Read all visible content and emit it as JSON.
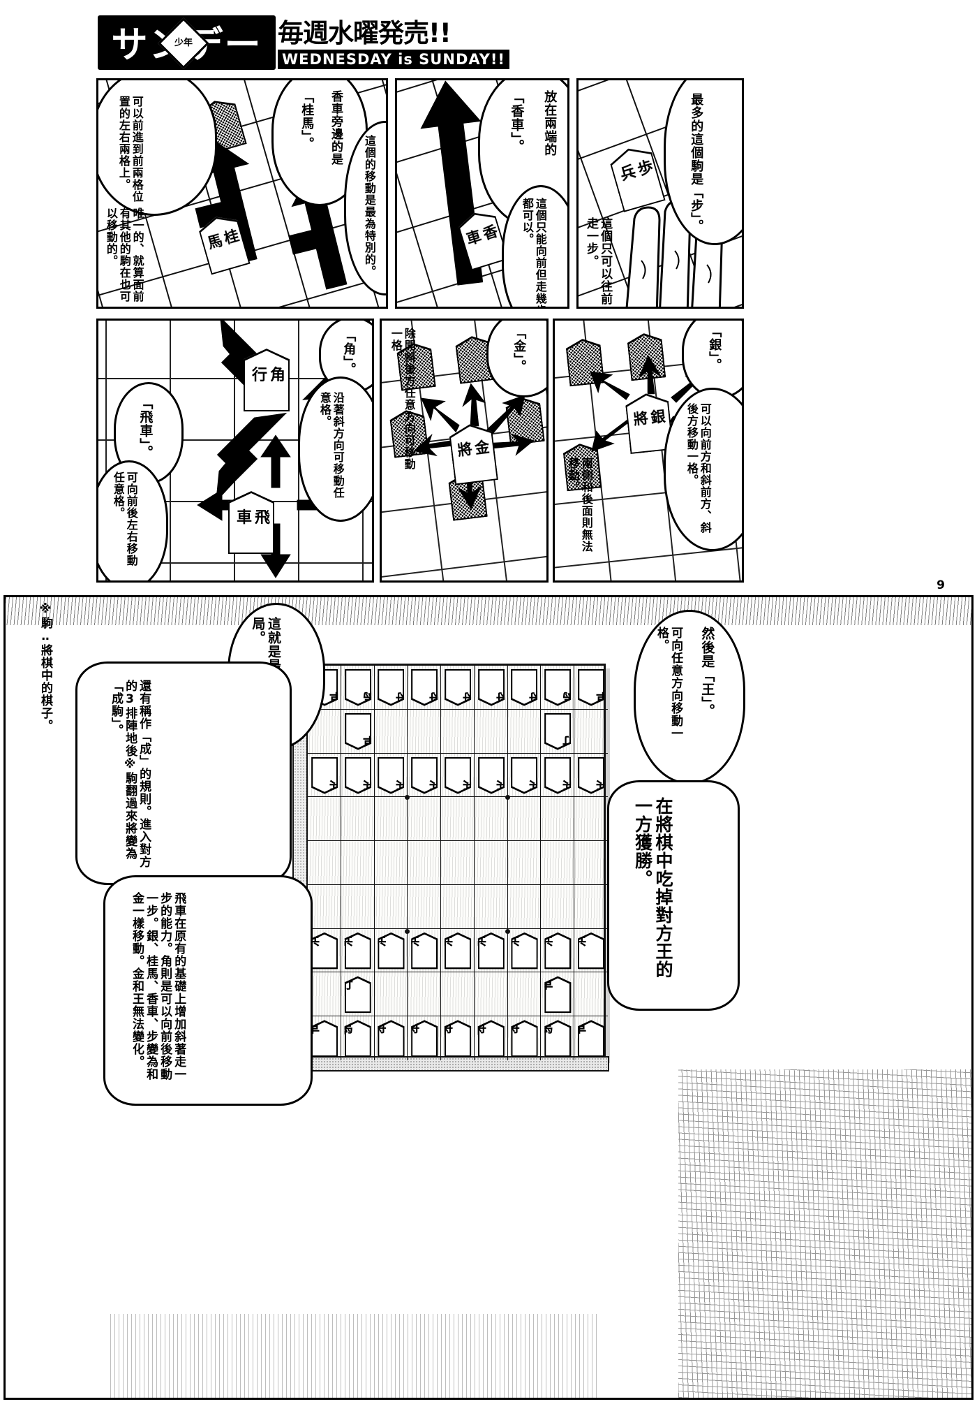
{
  "masthead": {
    "logo_text": "サンデー",
    "badge_text": "少年",
    "jp_tagline": "毎週水曜発売!!",
    "en_tagline": "WEDNESDAY is SUNDAY!!"
  },
  "page_number": "9",
  "footnote": "※駒‥將棋中的棋子。",
  "panels": {
    "keima": {
      "name": "桂馬",
      "bubble_label": "「桂馬」。",
      "bubble_intro": "香車旁邊的是",
      "bubble_special": "這個的移動是最為特別的。",
      "bubble_move": "可以前進到前兩格位置的左右兩格上。",
      "bubble_jump": "唯一的、就算面前有其他的駒在也可以移動的。",
      "piece_label": "桂馬"
    },
    "kyosha": {
      "name": "香車",
      "bubble_label": "「香車」。",
      "bubble_intro": "放在兩端的",
      "bubble_move": "這個只能向前但走幾步都可以。",
      "piece_label": "香車"
    },
    "fu": {
      "name": "歩",
      "bubble_intro": "最多的這個駒是「步」。",
      "bubble_move": "這個只可以往前走一步。",
      "piece_label": "歩兵"
    },
    "kaku": {
      "name": "角行",
      "bubble_label": "「角」。",
      "bubble_move": "沿著斜方向可移動任意格。",
      "piece_label": "角行"
    },
    "hisha": {
      "name": "飛車",
      "bubble_label": "「飛車」。",
      "bubble_move": "可向前後左右移動任意格。",
      "piece_label": "飛車"
    },
    "kin": {
      "name": "金將",
      "bubble_label": "「金」。",
      "bubble_move": "除開斜後方任意方向可移動一格。",
      "piece_label": "金將"
    },
    "gin": {
      "name": "銀將",
      "bubble_label": "「銀」。",
      "bubble_move": "可以向前方和斜前方、斜後方移動一格。",
      "bubble_cannot": "兩側和後面則無法移動。",
      "piece_label": "銀將"
    }
  },
  "bottom": {
    "ou_bubble_intro": "然後是「王」。",
    "ou_bubble_move": "可向任意方向移動一格。",
    "win_bubble": "在將棋中吃掉對方王的一方獲勝。",
    "opening_bubble": "這就是最初的佈局。",
    "promote_bubble": "還有稱作「成」的規則。進入對方的3排陣地後※駒翻過來將變為「成駒」。",
    "promote_detail": "飛車在原有的基礎上增加斜著走一步的能力。角則是可以向前後移動一步。銀、桂馬、香車、步變為和金一樣移動。金和王無法變化。"
  },
  "board": {
    "rows": [
      [
        "香車",
        "桂馬",
        "銀將",
        "金將",
        "王將",
        "金將",
        "銀將",
        "桂馬",
        "香車"
      ],
      [
        "",
        "飛車",
        "",
        "",
        "",
        "",
        "",
        "角行",
        ""
      ],
      [
        "歩兵",
        "歩兵",
        "歩兵",
        "歩兵",
        "歩兵",
        "歩兵",
        "歩兵",
        "歩兵",
        "歩兵"
      ],
      [
        "",
        "",
        "",
        "",
        "",
        "",
        "",
        "",
        ""
      ],
      [
        "",
        "",
        "",
        "",
        "",
        "",
        "",
        "",
        ""
      ],
      [
        "",
        "",
        "",
        "",
        "",
        "",
        "",
        "",
        ""
      ],
      [
        "歩兵",
        "歩兵",
        "歩兵",
        "歩兵",
        "歩兵",
        "歩兵",
        "歩兵",
        "歩兵",
        "歩兵"
      ],
      [
        "",
        "角行",
        "",
        "",
        "",
        "",
        "",
        "飛車",
        ""
      ],
      [
        "香車",
        "桂馬",
        "銀將",
        "金將",
        "王將",
        "金將",
        "銀將",
        "桂馬",
        "香車"
      ]
    ],
    "top_rows_flipped": 3
  }
}
